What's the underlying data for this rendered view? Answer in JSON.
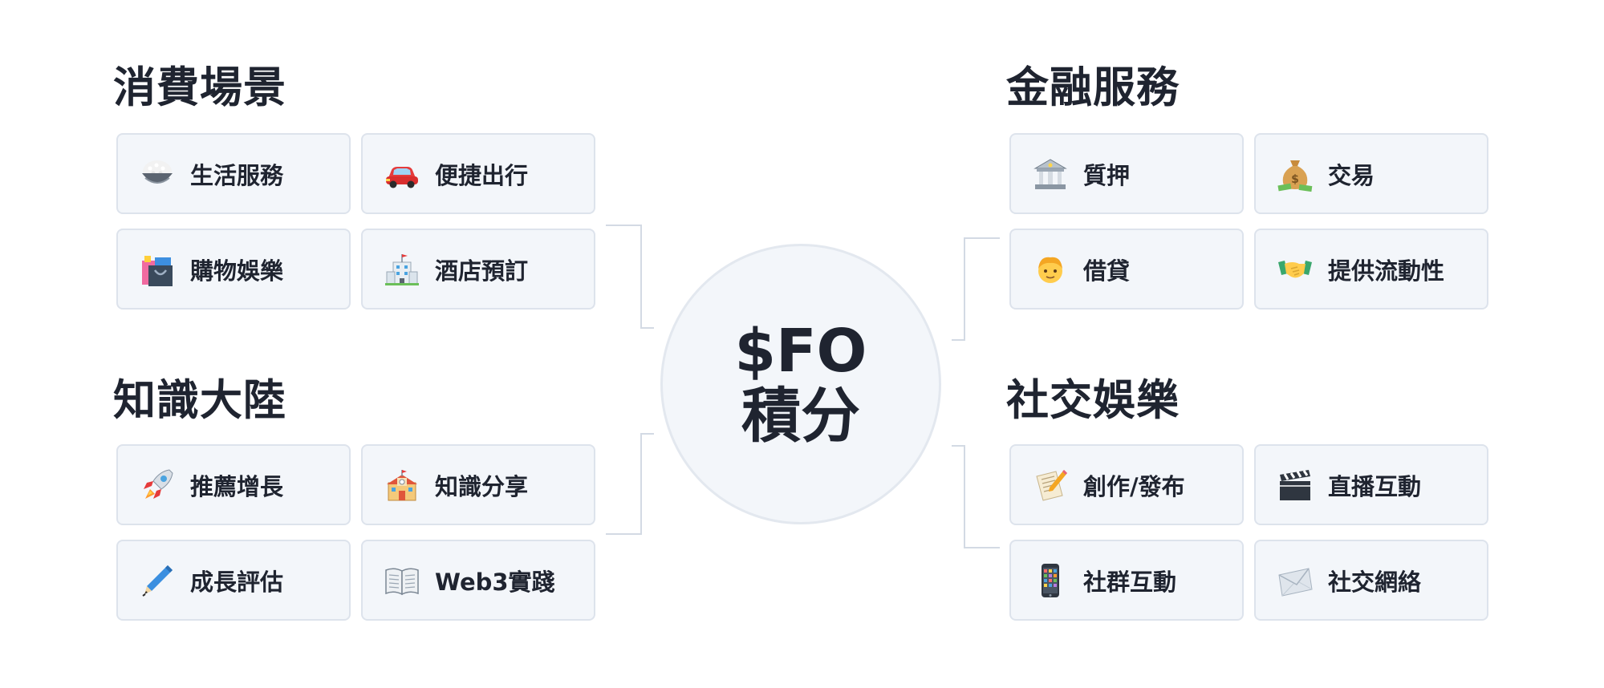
{
  "center": {
    "line1": "$FO",
    "line2": "積分"
  },
  "sections": {
    "consumption": {
      "title": "消費場景",
      "items": [
        {
          "label": "生活服務",
          "icon": "rice-bowl-icon"
        },
        {
          "label": "便捷出行",
          "icon": "car-icon"
        },
        {
          "label": "購物娛樂",
          "icon": "shopping-bags-icon"
        },
        {
          "label": "酒店預訂",
          "icon": "hotel-icon"
        }
      ]
    },
    "finance": {
      "title": "金融服務",
      "items": [
        {
          "label": "質押",
          "icon": "bank-icon"
        },
        {
          "label": "交易",
          "icon": "money-bag-icon"
        },
        {
          "label": "借貸",
          "icon": "person-icon"
        },
        {
          "label": "提供流動性",
          "icon": "handshake-icon"
        }
      ]
    },
    "knowledge": {
      "title": "知識大陸",
      "items": [
        {
          "label": "推薦增長",
          "icon": "rocket-icon"
        },
        {
          "label": "知識分享",
          "icon": "school-icon"
        },
        {
          "label": "成長評估",
          "icon": "pen-icon"
        },
        {
          "label": "Web3實踐",
          "icon": "open-book-icon"
        }
      ]
    },
    "social": {
      "title": "社交娛樂",
      "items": [
        {
          "label": "創作/發布",
          "icon": "memo-icon"
        },
        {
          "label": "直播互動",
          "icon": "clapper-board-icon"
        },
        {
          "label": "社群互動",
          "icon": "mobile-phone-icon"
        },
        {
          "label": "社交網絡",
          "icon": "envelope-icon"
        }
      ]
    }
  }
}
